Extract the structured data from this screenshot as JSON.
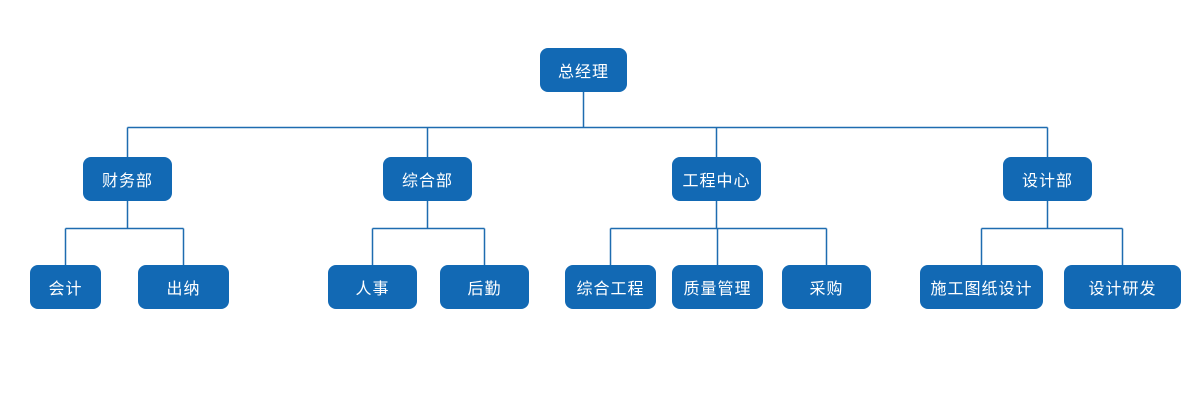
{
  "colors": {
    "box": "#1269b4",
    "line": "#1e6cb0",
    "text": "#ffffff",
    "background": "#ffffff"
  },
  "org": {
    "root": {
      "label": "总经理"
    },
    "departments": [
      {
        "label": "财务部",
        "children": [
          {
            "label": "会计"
          },
          {
            "label": "出纳"
          }
        ]
      },
      {
        "label": "综合部",
        "children": [
          {
            "label": "人事"
          },
          {
            "label": "后勤"
          }
        ]
      },
      {
        "label": "工程中心",
        "children": [
          {
            "label": "综合工程"
          },
          {
            "label": "质量管理"
          },
          {
            "label": "采购"
          }
        ]
      },
      {
        "label": "设计部",
        "children": [
          {
            "label": "施工图纸设计"
          },
          {
            "label": "设计研发"
          }
        ]
      }
    ]
  }
}
